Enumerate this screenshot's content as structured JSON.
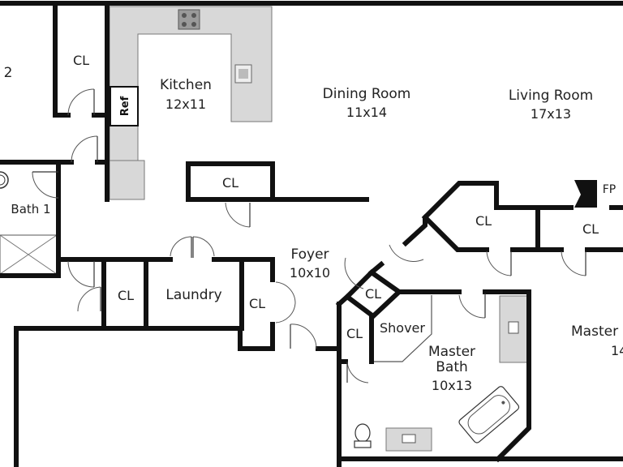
{
  "rooms": {
    "bedroom_partial": "2",
    "cl_top_left": "CL",
    "kitchen_name": "Kitchen",
    "kitchen_size": "12x11",
    "refrigerator": "Ref",
    "dining_name": "Dining Room",
    "dining_size": "11x14",
    "living_name": "Living Room",
    "living_size": "17x13",
    "fireplace": "FP",
    "cl_kitchen": "CL",
    "bath1": "Bath 1",
    "cl_angled": "CL",
    "cl_right": "CL",
    "foyer_name": "Foyer",
    "foyer_size": "10x10",
    "cl_laundry_left": "CL",
    "laundry": "Laundry",
    "cl_foyer": "CL",
    "cl_diamond": "CL",
    "cl_master_bath": "CL",
    "shower": "Shover",
    "master_bath_name": "Master",
    "master_bath_name2": "Bath",
    "master_bath_size": "10x13",
    "master_partial": "Master",
    "master_size_partial": "14"
  },
  "colors": {
    "wall": "#111111",
    "counter": "#d8d8d8",
    "background": "#ffffff"
  }
}
